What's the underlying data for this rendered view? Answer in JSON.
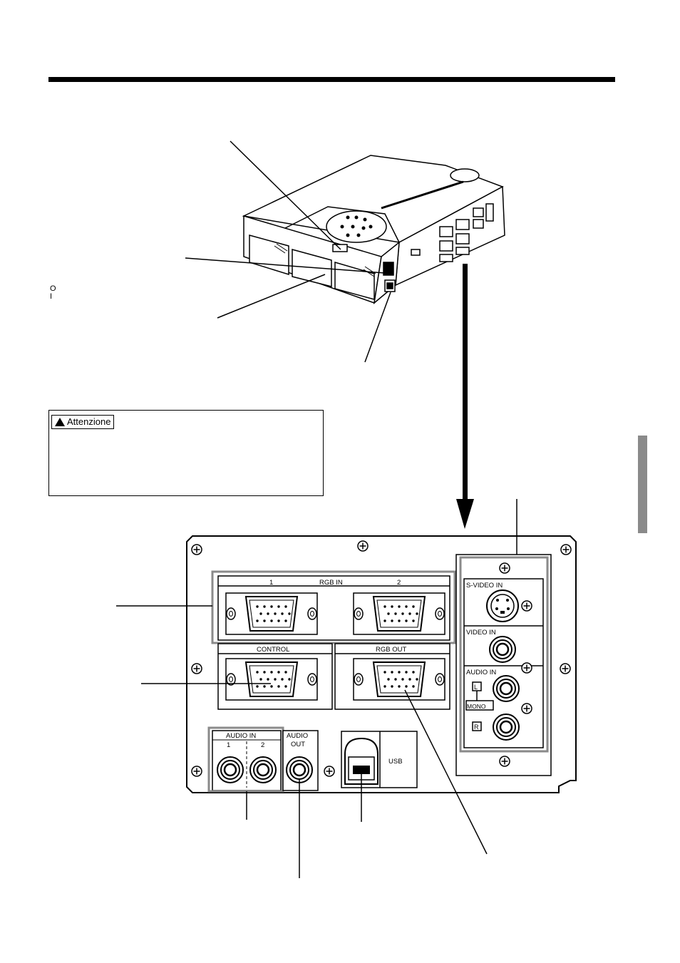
{
  "attention": {
    "label": "Attenzione"
  },
  "power_symbols": {
    "off": "O",
    "on": "I"
  },
  "panel_labels": {
    "rgb_in_1": "1",
    "rgb_in": "RGB  IN",
    "rgb_in_2": "2",
    "control": "CONTROL",
    "rgb_out": "RGB  OUT",
    "svideo_in": "S-VIDEO  IN",
    "video_in": "VIDEO  IN",
    "audio_in_right": "AUDIO  IN",
    "l": "L",
    "mono": "MONO",
    "r": "R",
    "audio_in": "AUDIO  IN",
    "audio_in_1": "1",
    "audio_in_2": "2",
    "audio_out_1": "AUDIO",
    "audio_out_2": "OUT",
    "usb": "USB"
  },
  "colors": {
    "ink": "#000000",
    "gray_frame": "#8a8a8a",
    "side_tab": "#8a8a8a"
  }
}
